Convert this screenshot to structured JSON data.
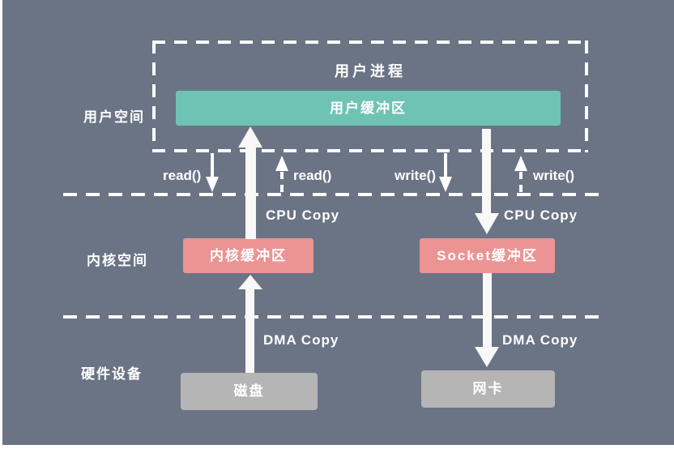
{
  "diagram": {
    "colors": {
      "background": "#6b7485",
      "frame": "#ffffff",
      "user_buffer_box": "#6fc3b5",
      "kernel_buffer_box": "#ec9494",
      "hardware_box": "#b5b5b5",
      "lines_and_text": "#ffffff"
    },
    "regions": {
      "user_space": "用户空间",
      "kernel_space": "内核空间",
      "hardware": "硬件设备"
    },
    "user_process": {
      "title": "用户进程",
      "buffer": "用户缓冲区"
    },
    "kernel": {
      "kernel_buffer": "内核缓冲区",
      "socket_buffer": "Socket缓冲区"
    },
    "hardware": {
      "disk": "磁盘",
      "nic": "网卡"
    },
    "syscalls": {
      "read_left": "read()",
      "read_right": "read()",
      "write_left": "write()",
      "write_right": "write()"
    },
    "copies": {
      "cpu_left": "CPU Copy",
      "cpu_right": "CPU Copy",
      "dma_left": "DMA Copy",
      "dma_right": "DMA Copy"
    }
  }
}
